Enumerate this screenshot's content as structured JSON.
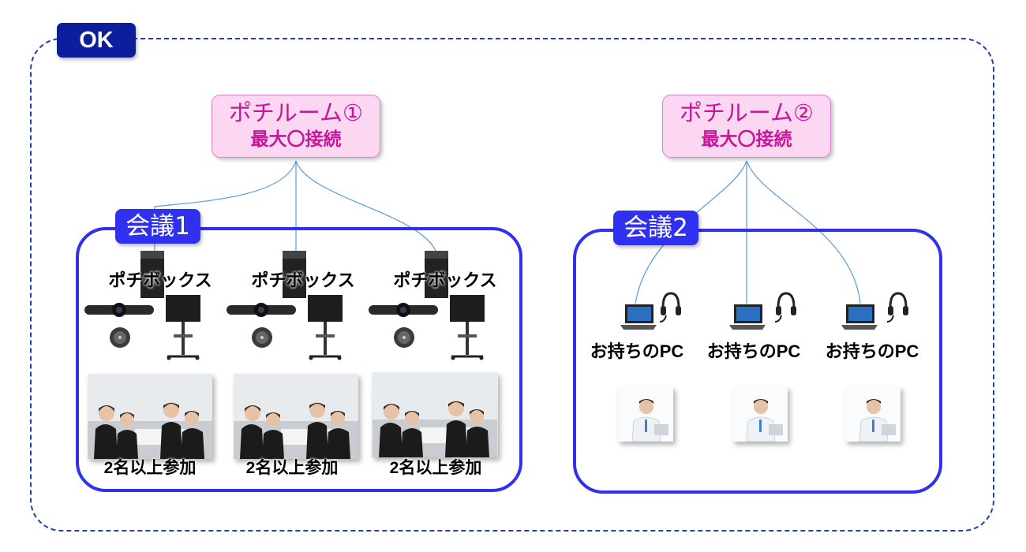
{
  "status_badge": "OK",
  "rooms": [
    {
      "name": "ポチルーム①",
      "capacity": "最大〇接続"
    },
    {
      "name": "ポチルーム②",
      "capacity": "最大〇接続"
    }
  ],
  "meetings": [
    {
      "tag": "会議1",
      "units": [
        {
          "device_label": "ポチボックス",
          "participants_label": "2名以上参加"
        },
        {
          "device_label": "ポチボックス",
          "participants_label": "2名以上参加"
        },
        {
          "device_label": "ポチボックス",
          "participants_label": "2名以上参加"
        }
      ]
    },
    {
      "tag": "会議2",
      "units": [
        {
          "device_label": "お持ちのPC"
        },
        {
          "device_label": "お持ちのPC"
        },
        {
          "device_label": "お持ちのPC"
        }
      ]
    }
  ],
  "colors": {
    "frame": "#1f3fae",
    "badge": "#0b1e9c",
    "meeting_border": "#3030f0",
    "room_fill": "#fbd7f1",
    "room_text": "#c8159a",
    "connector": "#5a9bd8"
  }
}
